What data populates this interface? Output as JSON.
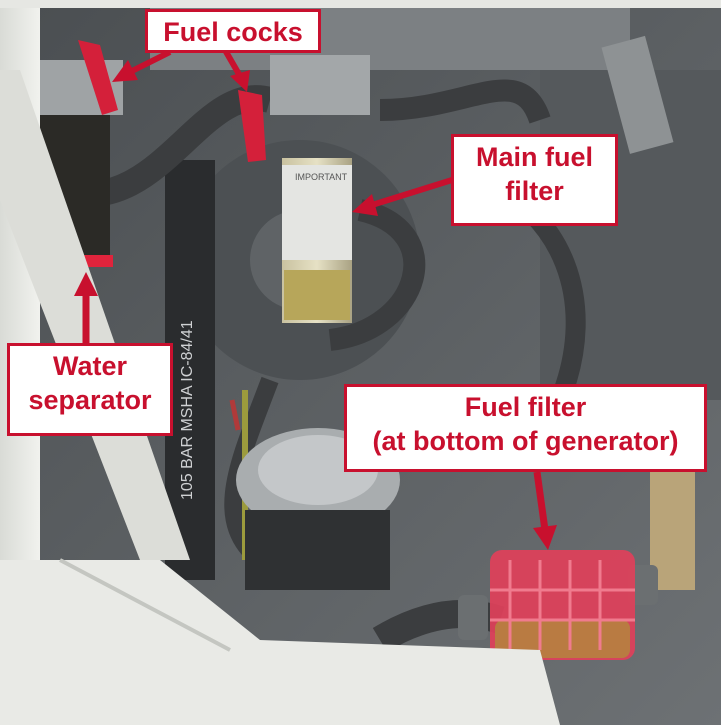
{
  "labels": {
    "fuel_cocks": "Fuel cocks",
    "main_fuel_filter": [
      "Main fuel",
      "filter"
    ],
    "water_separator": [
      "Water",
      "separator"
    ],
    "fuel_filter": [
      "Fuel filter",
      "(at bottom of generator)"
    ]
  },
  "photo_text": {
    "hose_print": "105 BAR MSHA IC-84/41",
    "filter_print": "IMPORTANT"
  },
  "colors": {
    "accent_red": "#c8102e",
    "frame_white": "#e9eae6",
    "engine_gray": "#5a5e61",
    "filter_red": "#e0405a"
  }
}
